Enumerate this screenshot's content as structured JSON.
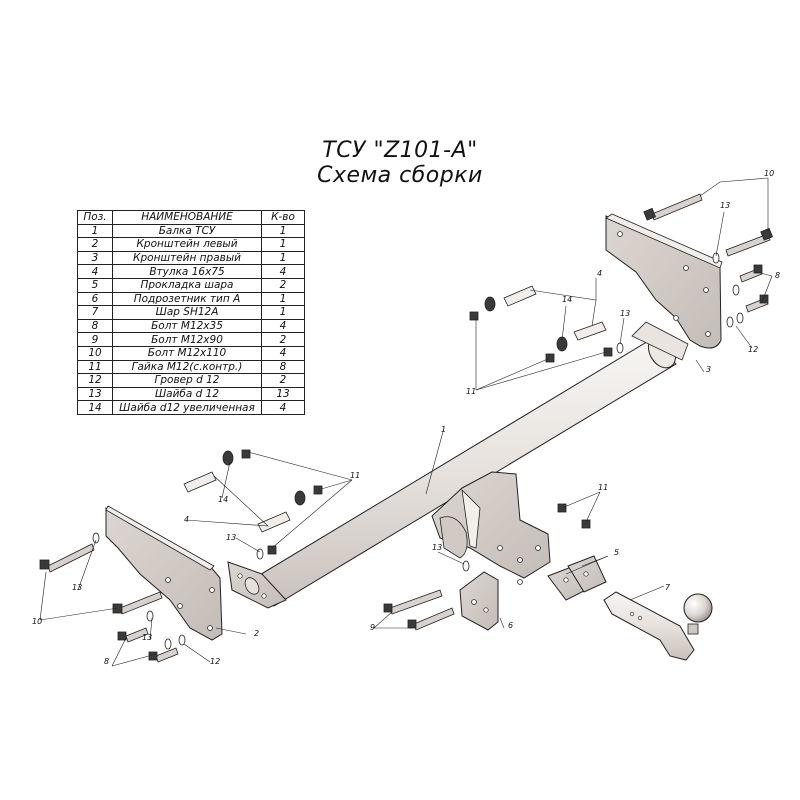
{
  "title": {
    "line1": "ТСУ \"Z101-A\"",
    "line2": "Схема сборки"
  },
  "parts_table": {
    "headers": [
      "Поз.",
      "НАИМЕНОВАНИЕ",
      "К-во"
    ],
    "rows": [
      [
        "1",
        "Балка ТСУ",
        "1"
      ],
      [
        "2",
        "Кронштейн левый",
        "1"
      ],
      [
        "3",
        "Кронштейн правый",
        "1"
      ],
      [
        "4",
        "Втулка 16х75",
        "4"
      ],
      [
        "5",
        "Прокладка шара",
        "2"
      ],
      [
        "6",
        "Подрозетник тип А",
        "1"
      ],
      [
        "7",
        "Шар SH12A",
        "1"
      ],
      [
        "8",
        "Болт М12х35",
        "4"
      ],
      [
        "9",
        "Болт М12х90",
        "2"
      ],
      [
        "10",
        "Болт М12х110",
        "4"
      ],
      [
        "11",
        "Гайка М12(с.контр.)",
        "8"
      ],
      [
        "12",
        "Гровер d 12",
        "2"
      ],
      [
        "13",
        "Шайба d 12",
        "13"
      ],
      [
        "14",
        "Шайба d12 увеличенная",
        "4"
      ]
    ]
  },
  "callouts": {
    "c1": "1",
    "c2": "2",
    "c3": "3",
    "c4a": "4",
    "c4b": "4",
    "c5": "5",
    "c6": "6",
    "c7": "7",
    "c8a": "8",
    "c8b": "8",
    "c9": "9",
    "c10a": "10",
    "c10b": "10",
    "c11a": "11",
    "c11b": "11",
    "c11c": "11",
    "c12a": "12",
    "c12b": "12",
    "c13a": "13",
    "c13b": "13",
    "c13c": "13",
    "c13d": "13",
    "c13e": "13",
    "c13f": "13",
    "c14a": "14",
    "c14b": "14"
  },
  "colors": {
    "metal": "#e8e4e1",
    "metal_shade": "#cdc7c2",
    "fastener": "#3a3a3a",
    "line": "#222222"
  }
}
